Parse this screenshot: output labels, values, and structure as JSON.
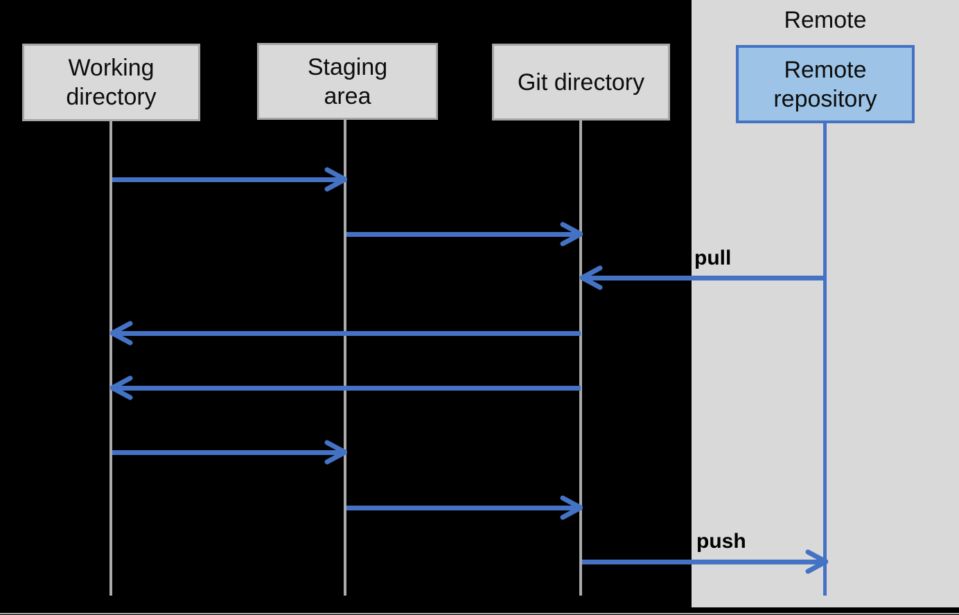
{
  "colors": {
    "background": "#000000",
    "accent_blue": "#4472c4",
    "local_box_fill": "#d9d9d9",
    "local_box_border": "#a6a6a6",
    "remote_box_fill": "#9dc3e6",
    "remote_box_border": "#4472c4",
    "remote_panel_fill": "#d9d9d9",
    "lifeline_gray": "#ababab",
    "text": "#000000"
  },
  "diagram": {
    "remote_panel_title": "Remote",
    "actors": [
      {
        "id": "working-directory",
        "label": "Working\ndirectory"
      },
      {
        "id": "staging-area",
        "label": "Staging\narea"
      },
      {
        "id": "git-directory",
        "label": "Git directory"
      },
      {
        "id": "remote-repository",
        "label": "Remote\nrepository"
      }
    ],
    "arrows": [
      {
        "from": "working-directory",
        "to": "staging-area",
        "direction": "right"
      },
      {
        "from": "staging-area",
        "to": "git-directory",
        "direction": "right"
      },
      {
        "from": "remote-repository",
        "to": "git-directory",
        "direction": "left",
        "label": "pull"
      },
      {
        "from": "git-directory",
        "to": "working-directory",
        "direction": "left"
      },
      {
        "from": "git-directory",
        "to": "working-directory",
        "direction": "left"
      },
      {
        "from": "working-directory",
        "to": "staging-area",
        "direction": "right"
      },
      {
        "from": "staging-area",
        "to": "git-directory",
        "direction": "right"
      },
      {
        "from": "git-directory",
        "to": "remote-repository",
        "direction": "right",
        "label": "push"
      }
    ]
  }
}
